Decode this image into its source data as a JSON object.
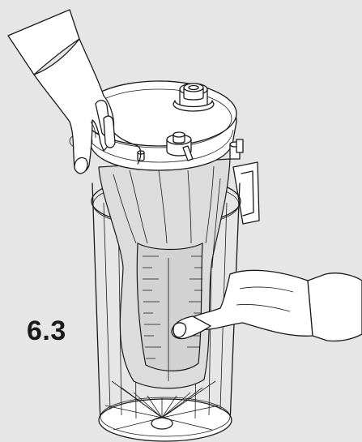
{
  "figure": {
    "step_label": "6.3",
    "icons": [
      "collection-canister",
      "canister-liner",
      "left-hand",
      "right-hand"
    ]
  }
}
